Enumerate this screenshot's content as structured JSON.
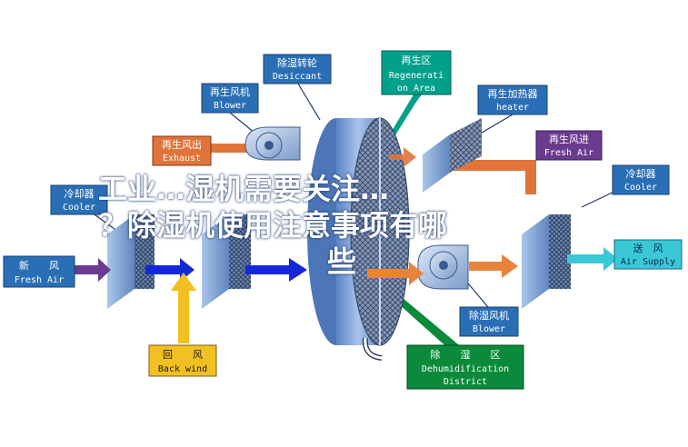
{
  "labels": {
    "desiccant": {
      "cn": "除湿转轮",
      "en": "Desiccant"
    },
    "regen_area": {
      "cn": "再生区",
      "en1": "Regenerati",
      "en2": "on Area"
    },
    "regen_blower": {
      "cn": "再生风机",
      "en": "Blower"
    },
    "regen_heater": {
      "cn": "再生加热器",
      "en": "heater"
    },
    "regen_exhaust": {
      "cn": "再生风出",
      "en": "Exhaust"
    },
    "regen_fresh": {
      "cn": "再生风进",
      "en": "Fresh Air"
    },
    "cooler_left": {
      "cn": "冷却器",
      "en": "Cooler"
    },
    "cooler_right": {
      "cn": "冷却器",
      "en": "Cooler"
    },
    "fresh_air": {
      "cn": "新　　风",
      "en": "Fresh Air"
    },
    "air_supply": {
      "cn": "送　风",
      "en": "Air Supply"
    },
    "back_wind": {
      "cn": "回　　风",
      "en": "Back wind"
    },
    "dehum_blower": {
      "cn": "除湿风机",
      "en": "Blower"
    },
    "dehum_district": {
      "cn": "除　　湿　　区",
      "en1": "Dehumidification",
      "en2": "District"
    }
  },
  "overlay": {
    "line1": "工业…湿机需要关注…",
    "line2": "？除湿机使用注意事项有哪",
    "line3": "些"
  },
  "colors": {
    "label_blue": "#2a6fb5",
    "exhaust_orange": "#e0743a",
    "fresh_purple": "#6a3b8e",
    "dehum_green": "#0a8a3a",
    "regen_teal": "#00a08a",
    "supply_cyan": "#3ac8d8",
    "backwind_yellow": "#f2c020"
  }
}
